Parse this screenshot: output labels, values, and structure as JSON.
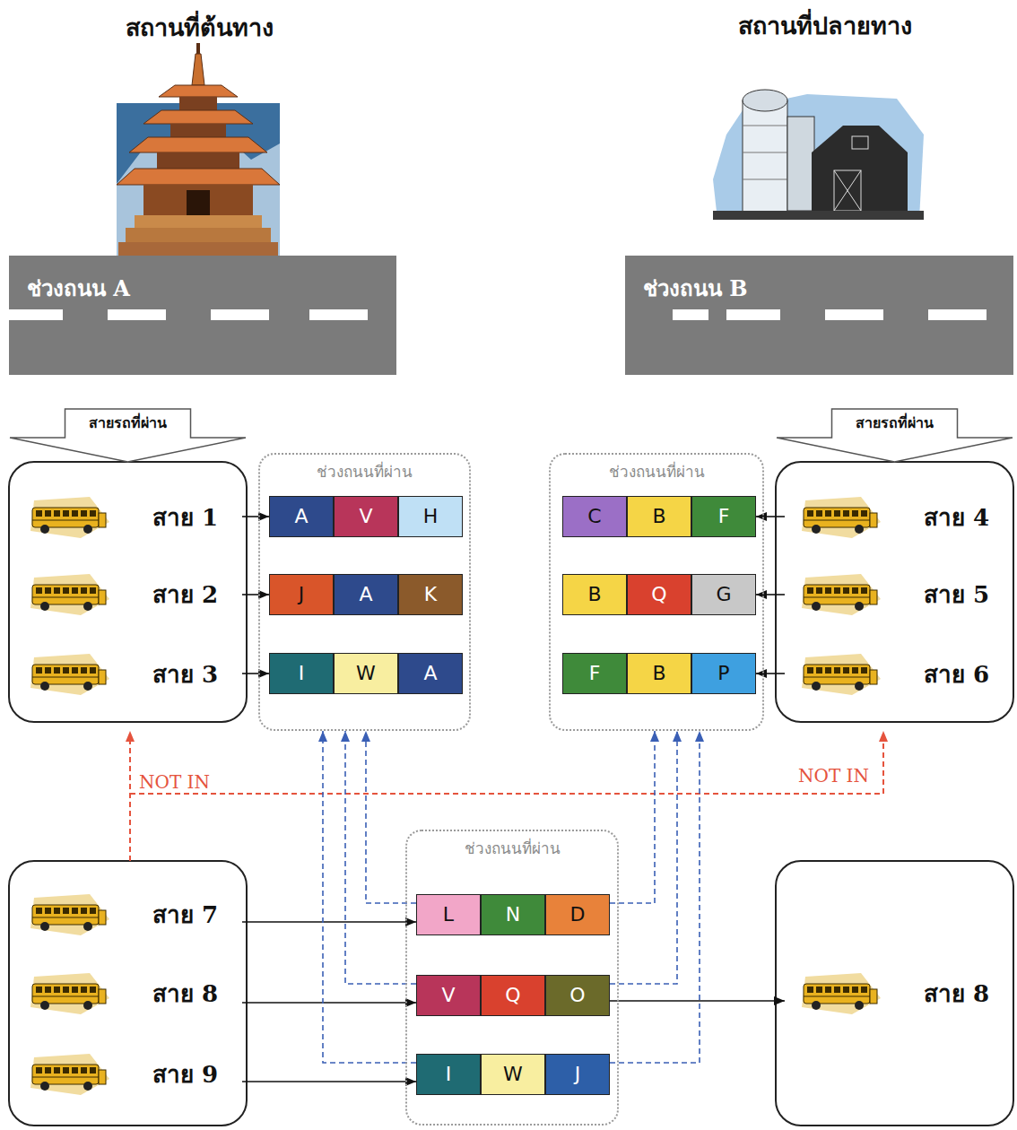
{
  "diagram": {
    "nodes": [
      {
        "text": [
          "ช่วงถนน A"
        ]
      },
      {
        "text": [
          "ช่วงถนน B"
        ]
      },
      {
        "text": [
          "สายรถที่ผ่าน"
        ]
      },
      {
        "text": [
          "สายรถที่ผ่าน"
        ]
      },
      {
        "text": [
          "สาย 1"
        ]
      },
      {
        "text": [
          "สาย 2"
        ]
      },
      {
        "text": [
          "สาย 3"
        ]
      },
      {
        "text": [
          "ช่วงถนนที่ผ่าน"
        ]
      },
      {
        "text": [
          "A"
        ],
        "in": 7
      },
      {
        "text": [
          "V"
        ],
        "in": 7
      },
      {
        "text": [
          "H"
        ],
        "in": 7
      },
      {
        "text": [
          "J"
        ],
        "in": 7
      },
      {
        "text": [
          "A"
        ],
        "in": 7
      },
      {
        "text": [
          "K"
        ],
        "in": 7
      },
      {
        "text": [
          "I"
        ],
        "in": 7
      },
      {
        "text": [
          "W"
        ],
        "in": 7
      },
      {
        "text": [
          "A"
        ],
        "in": 7
      },
      {
        "text": [
          "ช่วงถนนที่ผ่าน"
        ]
      },
      {
        "text": [
          "C"
        ],
        "in": 17
      },
      {
        "text": [
          "B"
        ],
        "in": 17
      },
      {
        "text": [
          "F"
        ],
        "in": 17
      },
      {
        "text": [
          "B"
        ],
        "in": 17
      },
      {
        "text": [
          "Q"
        ],
        "in": 17
      },
      {
        "text": [
          "G"
        ],
        "in": 17
      },
      {
        "text": [
          "F"
        ],
        "in": 17
      },
      {
        "text": [
          "B"
        ],
        "in": 17
      },
      {
        "text": [
          "P"
        ],
        "in": 17
      },
      {
        "text": [
          "สาย 4"
        ]
      },
      {
        "text": [
          "สาย 5"
        ]
      },
      {
        "text": [
          "สาย 6"
        ]
      },
      {
        "text": [
          "สาย 7"
        ]
      },
      {
        "text": [
          "สาย 8"
        ]
      },
      {
        "text": [
          "สาย 9"
        ]
      },
      {
        "text": [
          "ช่วงถนนที่ผ่าน"
        ]
      },
      {
        "text": [
          "L"
        ],
        "in": 33
      },
      {
        "text": [
          "N"
        ],
        "in": 33
      },
      {
        "text": [
          "D"
        ],
        "in": 33
      },
      {
        "text": [
          "V"
        ],
        "in": 33
      },
      {
        "text": [
          "Q"
        ],
        "in": 33
      },
      {
        "text": [
          "O"
        ],
        "in": 33
      },
      {
        "text": [
          "I"
        ],
        "in": 33
      },
      {
        "text": [
          "W"
        ],
        "in": 33
      },
      {
        "text": [
          "J"
        ],
        "in": 33
      },
      {
        "text": [
          "สาย 8"
        ]
      }
    ],
    "edges": [
      {
        "from": 4,
        "to": 8,
        "arrow": "to"
      },
      {
        "from": 5,
        "to": 11,
        "arrow": "to"
      },
      {
        "from": 6,
        "to": 14,
        "arrow": "to"
      },
      {
        "from": 27,
        "to": 20,
        "arrow": "to"
      },
      {
        "from": 28,
        "to": 23,
        "arrow": "to"
      },
      {
        "from": 29,
        "to": 26,
        "arrow": "to"
      },
      {
        "from": 30,
        "to": 34,
        "arrow": "to"
      },
      {
        "from": 31,
        "to": 37,
        "arrow": "to"
      },
      {
        "from": 32,
        "to": 40,
        "arrow": "to"
      },
      {
        "from": 39,
        "to": 43,
        "arrow": "to"
      },
      {
        "from": 34,
        "to": 7,
        "arrow": "to"
      },
      {
        "from": 36,
        "to": 17,
        "arrow": "to"
      },
      {
        "from": 37,
        "to": 7,
        "arrow": "to"
      },
      {
        "from": 39,
        "to": 17,
        "arrow": "to"
      },
      {
        "from": 40,
        "to": 7,
        "arrow": "to"
      },
      {
        "from": 42,
        "to": 17,
        "arrow": "to"
      }
    ],
    "labels": [
      "สถานที่ต้นทาง",
      "สถานที่ปลายทาง",
      "NOT IN",
      "NOT IN"
    ]
  }
}
